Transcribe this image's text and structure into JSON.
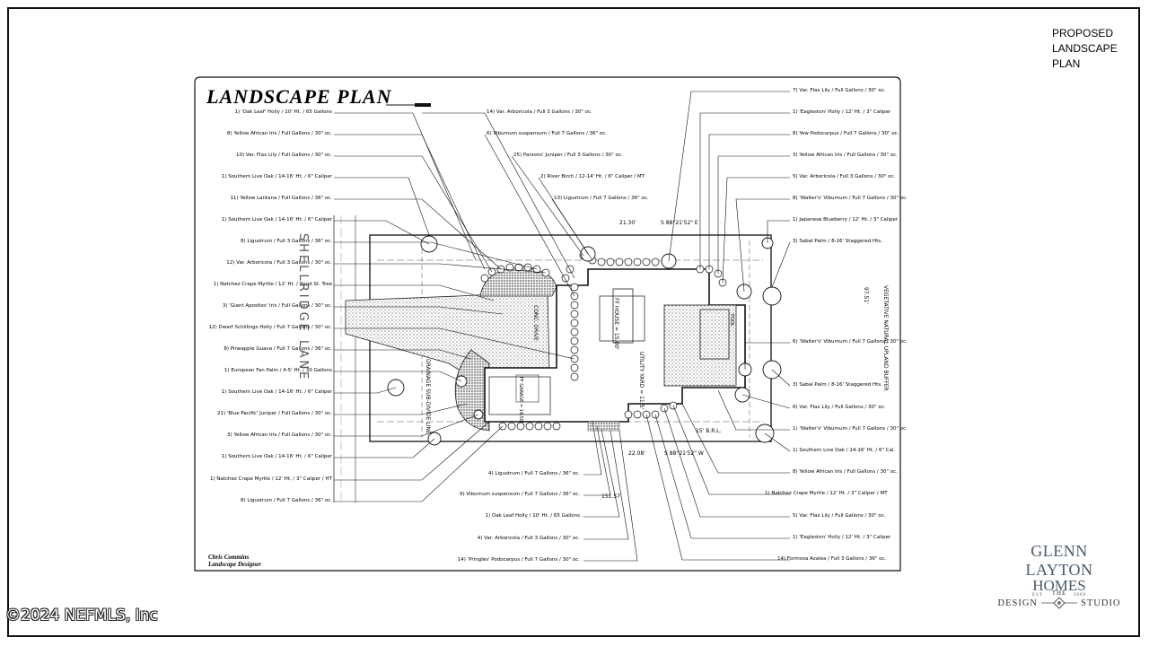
{
  "corner_title": [
    "PROPOSED",
    "LANDSCAPE",
    "PLAN"
  ],
  "plan_title": "LANDSCAPE PLAN",
  "street_label": "SHELLRIDGE LANE",
  "designer": {
    "name": "Chris Commins",
    "role": "Landscape Designer"
  },
  "left_callouts": [
    "1) 'Oak Leaf' Holly / 10' Ht. / 65 Gallons",
    "8) Yellow African Iris / Full Gallons / 30\" oc.",
    "10) Var. Flax Lily / Full Gallons / 30\" oc.",
    "1) Southern Live Oak / 14-16' Ht. / 6\" Caliper",
    "11) Yellow Lantana / Full Gallons / 36\" oc.",
    "1) Southern Live Oak / 14-16' Ht. / 6\" Caliper",
    "8) Ligustrum / Full 3 Gallons / 36\" oc.",
    "12) Var. Arboricola / Full 3 Gallons / 30\" oc.",
    "1) Natchez Crape Myrtle / 12' Ht. / Reqd St. Tree",
    "3) 'Giant Apostles' Iris / Full Gallons / 30\" oc.",
    "12) Dwarf Schillings Holly / Full 7 Gallons / 30\" oc.",
    "8) Pineapple Guava / Full 7 Gallons / 36\" oc.",
    "1) European Fan Palm / 4-5' Ht. / 30 Gallons",
    "1) Southern Live Oak / 14-16' Ht. / 6\" Caliper",
    "21) 'Blue Pacific' Juniper / Full Gallons / 30\" oc.",
    "3) Yellow African Iris / Full Gallons / 30\" oc.",
    "1) Southern Live Oak / 14-16' Ht. / 6\" Caliper",
    "1) Natchez Crape Myrtle / 12' Ht. / 3\" Caliper / HT",
    "8) Ligustrum / Full 7 Gallons / 36\" oc."
  ],
  "top_callouts": [
    "14) Var. Arboricola / Full 3 Gallons / 30\" oc.",
    "6) Viburnum suspensum / Full 7 Gallons / 36\" oc.",
    "25) Parsons' Juniper / Full 3 Gallons / 30\" oc.",
    "2) River Birch / 12-14' Ht. / 6\" Caliper / MT",
    "13) Ligustrum / Full 7 Gallons / 36\" oc."
  ],
  "right_callouts": [
    "7) Var. Flax Lily / Full Gallons / 30\" oc.",
    "1) 'Eagleston' Holly / 12' Ht. / 3\" Caliper",
    "8) Yew Podocarpus / Full 7 Gallons / 30\" oc.",
    "3) Yellow African Iris / Full Gallons / 30\" oc.",
    "5) Var. Arboricola / Full 3 Gallons / 30\" oc.",
    "8) 'Walter's' Viburnum / Full 7 Gallons / 30\" oc.",
    "1) Japanese Blueberry / 12' Ht. / 3\" Caliper",
    "3) Sabal Palm / 8-16' Staggered Hts.",
    "6) 'Walter's' Viburnum / Full 7 Gallons / 30\" oc.",
    "3) Sabal Palm / 8-16' Staggered Hts.",
    "6) Var. Flax Lily / Full Gallons / 30\" oc.",
    "1) 'Walter's' Viburnum / Full 7 Gallons / 30\" oc.",
    "1) Southern Live Oak / 14-16' Ht. / 6\" Cal.",
    "8) Yellow African Iris / Full Gallons / 30\" oc.",
    "1) Natchez Crape Myrtle / 12' Ht. / 3\" Caliper / MT",
    "5) Var. Flax Lily / Full Gallons / 30\" oc.",
    "1) 'Eagleston' Holly / 12' Ht. / 3\" Caliper",
    "14) Formosa Azalea / Full 3 Gallons / 36\" oc."
  ],
  "bottom_callouts": [
    "4) Ligustrum / Full 7 Gallons / 36\" oc.",
    "9) Viburnum suspensum / Full 7 Gallons / 36\" oc.",
    "1) Oak Leaf Holly / 10' Ht. / 65 Gallons",
    "4) Var. Arboricola / Full 3 Gallons / 30\" oc.",
    "14) 'Pringles' Podocarpus / Full 7 Gallons / 30\" oc."
  ],
  "plan_labels": {
    "house": "FF HOUSE = 15.00'",
    "garage": "FF GARAGE = 14.50'",
    "drive": "CONC. DRIVE",
    "utility": "UTILITY YARD = 11.5'",
    "pool": "POOL",
    "drainage_left": "DRAINAGE SUB-DIVIDE LINE",
    "setback_top": "21.30'",
    "bearing_top": "S 88°21'52\" E",
    "bearing_bottom": "S 88°21'52\" W",
    "dim_bottom_a": "22.08'",
    "dim_bottom_b": "151.57'",
    "dim_right": "97.51'",
    "brl": "15' B.R.L.",
    "natural_area": "VEGETATIVE NATURAL UPLAND BUFFER"
  },
  "brand": {
    "name_line1": "GLENN LAYTON",
    "name_line2": "HOMES",
    "est_left": "EST",
    "est_right": "2009"
  },
  "studio": {
    "the": "THE",
    "left": "DESIGN",
    "right": "STUDIO"
  },
  "watermark": "©2024 NEFMLS, Inc"
}
